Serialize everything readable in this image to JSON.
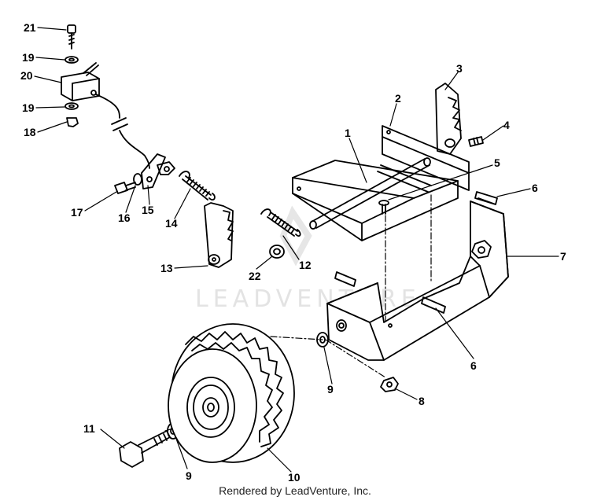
{
  "watermark": "LEADVENTURE",
  "footer": "Rendered by LeadVenture, Inc.",
  "callouts": [
    "1",
    "2",
    "3",
    "4",
    "5",
    "6",
    "6",
    "7",
    "8",
    "9",
    "9",
    "10",
    "11",
    "12",
    "13",
    "14",
    "15",
    "16",
    "17",
    "18",
    "19",
    "19",
    "20",
    "21",
    "22"
  ]
}
